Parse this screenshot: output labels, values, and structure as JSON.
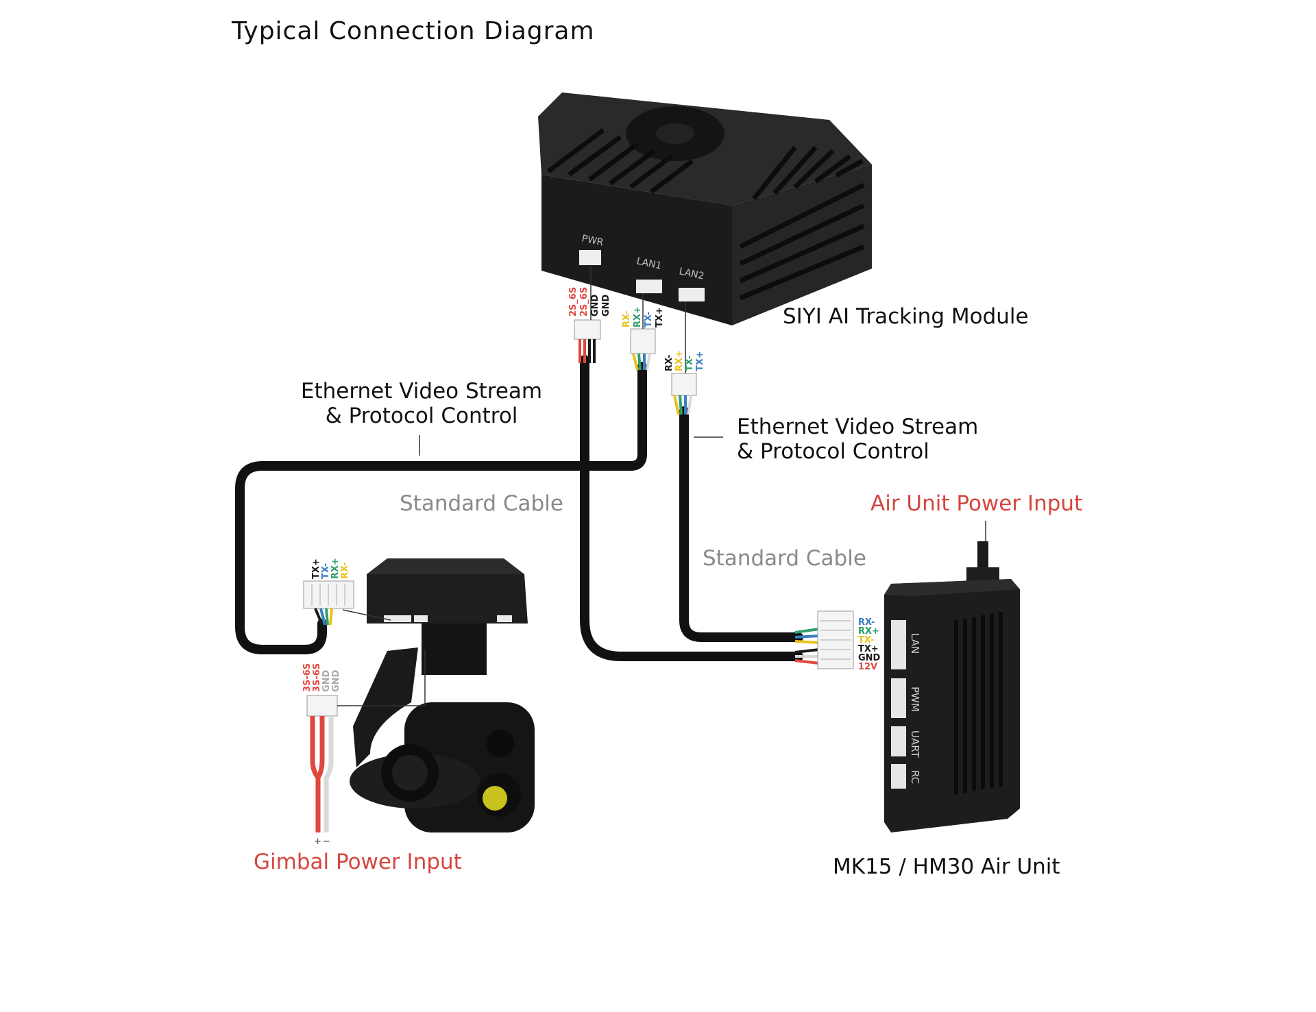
{
  "title": "Typical Connection Diagram",
  "devices": {
    "tracking_module": "SIYI AI Tracking Module",
    "air_unit": "MK15 / HM30 Air Unit"
  },
  "labels": {
    "ethernet_left_line1": "Ethernet Video Stream",
    "ethernet_left_line2": "& Protocol Control",
    "ethernet_right_line1": "Ethernet Video Stream",
    "ethernet_right_line2": "& Protocol Control",
    "standard_cable_left": "Standard Cable",
    "standard_cable_right": "Standard Cable",
    "air_unit_power": "Air Unit Power Input",
    "gimbal_power": "Gimbal Power Input"
  },
  "module_ports": {
    "pwr": "PWR",
    "lan1": "LAN1",
    "lan2": "LAN2"
  },
  "pins": {
    "module_power": [
      "2S_6S",
      "2S_6S",
      "GND",
      "GND"
    ],
    "module_lan1": [
      "RX-",
      "RX+",
      "TX-",
      "TX+"
    ],
    "module_lan2": [
      "RX-",
      "RX+",
      "TX-",
      "TX+"
    ],
    "gimbal_ethernet": [
      "TX+",
      "TX-",
      "RX+",
      "RX-"
    ],
    "gimbal_power": [
      "3S-6S",
      "3S-6S",
      "GND",
      "GND"
    ],
    "gimbal_polarity": [
      "+",
      "−"
    ],
    "air_unit_lan": [
      "RX-",
      "RX+",
      "TX-",
      "TX+",
      "GND",
      "12V"
    ]
  },
  "air_unit_ports": [
    "LAN",
    "PWM",
    "UART",
    "RC"
  ],
  "colors": {
    "red_label": "#d5463e",
    "gray_label": "#8a8a8a",
    "wire_red": "#e0483f",
    "wire_black": "#1a1a1a",
    "wire_yellow": "#e8c21c",
    "wire_green": "#2e9e6b",
    "wire_blue": "#3a7fc0",
    "wire_white": "#d9d9d9"
  }
}
